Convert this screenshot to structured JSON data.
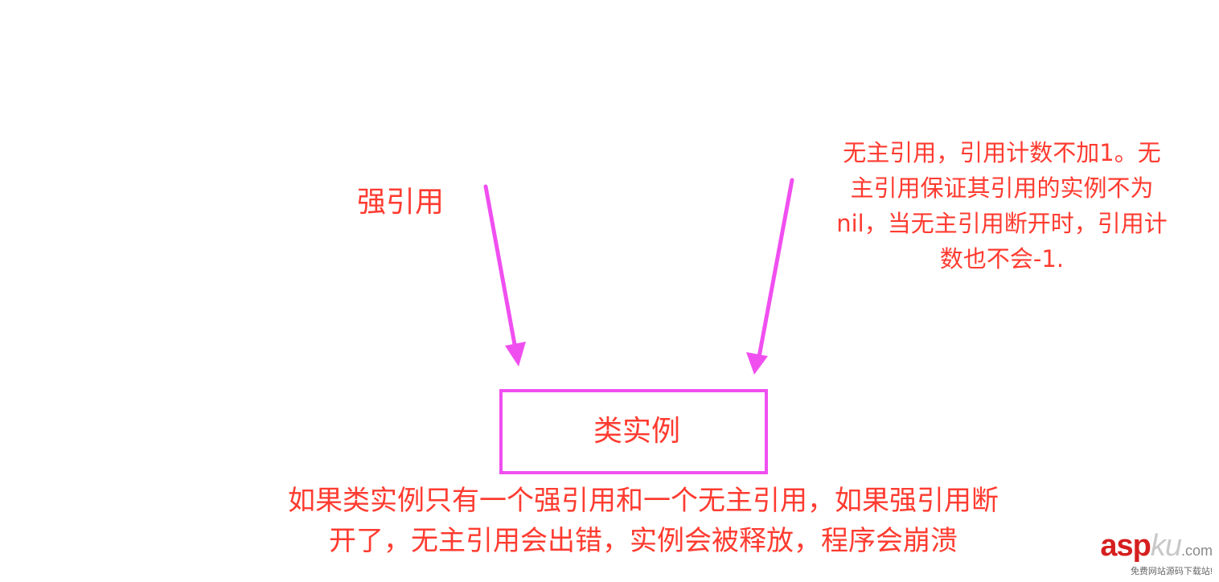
{
  "labels": {
    "strong_reference": "强引用",
    "class_instance": "类实例"
  },
  "unowned_note_lines": [
    "无主引用，引用计数不加1。无",
    "主引用保证其引用的实例不为",
    "nil，当无主引用断开时，引用计",
    "数也不会-1."
  ],
  "bottom_note_lines": [
    "如果类实例只有一个强引用和一个无主引用，如果强引用断",
    "开了，无主引用会出错，实例会被释放，程序会崩溃"
  ],
  "watermark": {
    "asp": "asp",
    "ku": "ku",
    "com": ".com",
    "subtitle": "免费网站源码下载站!"
  },
  "colors": {
    "text": "#ff3b30",
    "arrow": "#f04ff0",
    "box_border": "#f04ff0"
  }
}
